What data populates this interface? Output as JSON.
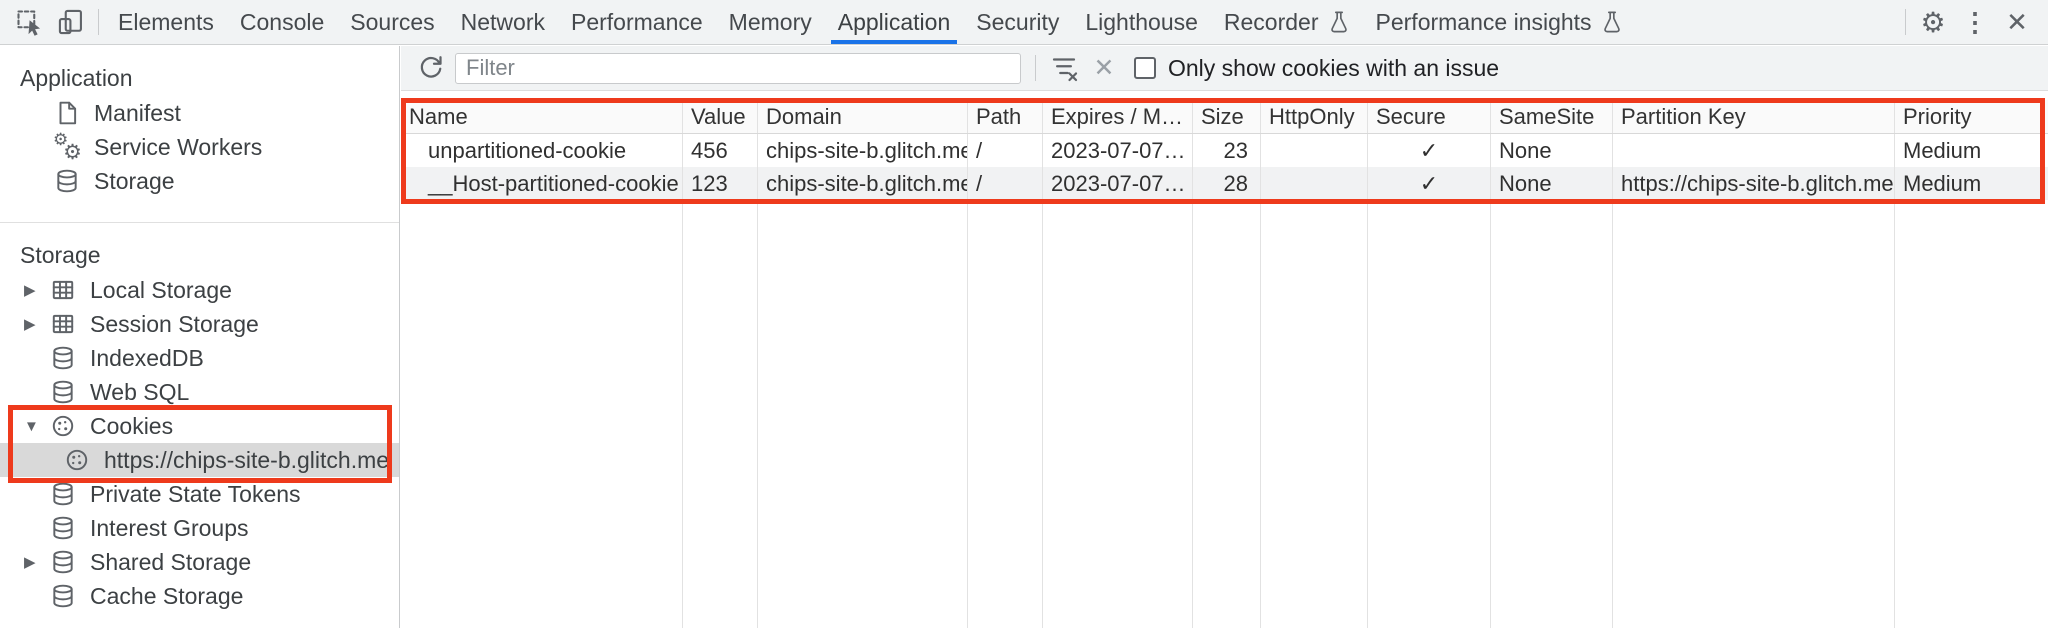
{
  "tab_bar": {
    "tabs": [
      {
        "label": "Elements"
      },
      {
        "label": "Console"
      },
      {
        "label": "Sources"
      },
      {
        "label": "Network"
      },
      {
        "label": "Performance"
      },
      {
        "label": "Memory"
      },
      {
        "label": "Application",
        "active": true
      },
      {
        "label": "Security"
      },
      {
        "label": "Lighthouse"
      },
      {
        "label": "Recorder",
        "experimental": true
      },
      {
        "label": "Performance insights",
        "experimental": true
      }
    ]
  },
  "sidebar": {
    "application_section": {
      "title": "Application",
      "items": [
        {
          "label": "Manifest",
          "icon": "document-icon"
        },
        {
          "label": "Service Workers",
          "icon": "service-workers-gears-icon"
        },
        {
          "label": "Storage",
          "icon": "database-icon"
        }
      ]
    },
    "storage_section": {
      "title": "Storage",
      "items": [
        {
          "label": "Local Storage",
          "icon": "table-icon",
          "expander": "▶"
        },
        {
          "label": "Session Storage",
          "icon": "table-icon",
          "expander": "▶"
        },
        {
          "label": "IndexedDB",
          "icon": "database-icon",
          "expander": ""
        },
        {
          "label": "Web SQL",
          "icon": "database-icon",
          "expander": ""
        },
        {
          "label": "Cookies",
          "icon": "cookie-icon",
          "expander": "▼",
          "annotated": true
        },
        {
          "label": "https://chips-site-b.glitch.me",
          "icon": "cookie-icon",
          "selected": true,
          "annotated": true
        },
        {
          "label": "Private State Tokens",
          "icon": "database-icon",
          "expander": ""
        },
        {
          "label": "Interest Groups",
          "icon": "database-icon",
          "expander": ""
        },
        {
          "label": "Shared Storage",
          "icon": "database-icon",
          "expander": "▶"
        },
        {
          "label": "Cache Storage",
          "icon": "database-icon",
          "expander": ""
        }
      ]
    }
  },
  "cookies_panel": {
    "filter_placeholder": "Filter",
    "only_issue_label": "Only show cookies with an issue",
    "checkbox_checked": false,
    "table": {
      "columns": [
        "Name",
        "Value",
        "Domain",
        "Path",
        "Expires / M…",
        "Size",
        "HttpOnly",
        "Secure",
        "SameSite",
        "Partition Key",
        "Priority"
      ],
      "rows": [
        {
          "name": "unpartitioned-cookie",
          "value": "456",
          "domain": "chips-site-b.glitch.me",
          "path": "/",
          "expires": "2023-07-07…",
          "size": "23",
          "http_only": "",
          "secure": "✓",
          "same_site": "None",
          "partition_key": "",
          "priority": "Medium"
        },
        {
          "name": "__Host-partitioned-cookie",
          "value": "123",
          "domain": "chips-site-b.glitch.me",
          "path": "/",
          "expires": "2023-07-07…",
          "size": "28",
          "http_only": "",
          "secure": "✓",
          "same_site": "None",
          "partition_key": "https://chips-site-b.glitch.me",
          "priority": "Medium"
        }
      ]
    }
  },
  "glyphs": {
    "gear": "⚙",
    "kebab": "⋮",
    "close": "✕",
    "clear_x": "✕"
  },
  "colors": {
    "accent_blue": "#1a73e8",
    "annotation_red": "#ee3a1c",
    "selection_gray": "#d9d9d9",
    "panel_gray": "#f1f3f4"
  }
}
